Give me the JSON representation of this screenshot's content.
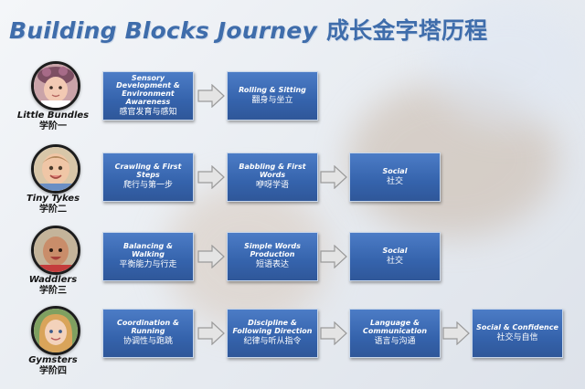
{
  "title": {
    "en": "Building Blocks Journey",
    "zh": "成长金字塔历程"
  },
  "colors": {
    "title": "#3f6dab",
    "box_fill": "#3563ac",
    "arrow_fill": "#e4e4e4"
  },
  "levels": [
    {
      "name": "Little Bundles",
      "name_zh": "学阶一",
      "avatar_icon": "baby-photo",
      "steps": [
        {
          "en": "Sensory Development & Environment Awareness",
          "zh": "感官发育与感知"
        },
        {
          "en": "Rolling & Sitting",
          "zh": "翻身与坐立"
        }
      ]
    },
    {
      "name": "Tiny Tykes",
      "name_zh": "学阶二",
      "avatar_icon": "baby-photo",
      "steps": [
        {
          "en": "Crawling & First Steps",
          "zh": "爬行与第一步"
        },
        {
          "en": "Babbling & First Words",
          "zh": "咿呀学语"
        },
        {
          "en": "Social",
          "zh": "社交"
        }
      ]
    },
    {
      "name": "Waddlers",
      "name_zh": "学阶三",
      "avatar_icon": "toddler-photo",
      "steps": [
        {
          "en": "Balancing & Walking",
          "zh": "平衡能力与行走"
        },
        {
          "en": "Simple Words Production",
          "zh": "短语表达"
        },
        {
          "en": "Social",
          "zh": "社交"
        }
      ]
    },
    {
      "name": "Gymsters",
      "name_zh": "学阶四",
      "avatar_icon": "child-photo",
      "steps": [
        {
          "en": "Coordination & Running",
          "zh": "协调性与跑跳"
        },
        {
          "en": "Discipline & Following Direction",
          "zh": "纪律与听从指令"
        },
        {
          "en": "Language & Communication",
          "zh": "语言与沟通"
        },
        {
          "en": "Social & Confidence",
          "zh": "社交与自信"
        }
      ]
    }
  ]
}
